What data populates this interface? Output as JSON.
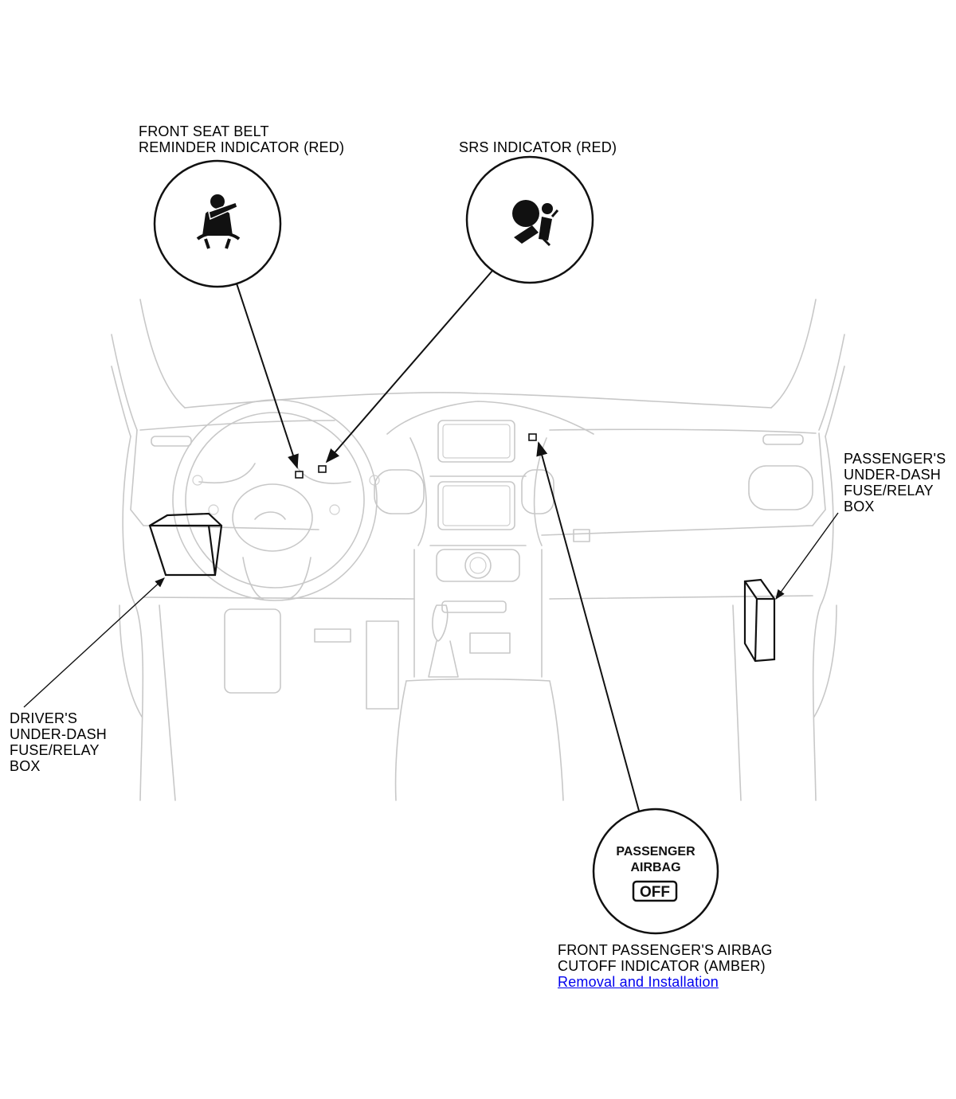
{
  "callouts": {
    "seat_belt": {
      "line1": "FRONT SEAT BELT",
      "line2": "REMINDER INDICATOR (RED)",
      "icon": "seat-belt-icon"
    },
    "srs": {
      "line1": "SRS INDICATOR (RED)",
      "icon": "airbag-icon"
    },
    "passenger_airbag": {
      "line1": "FRONT PASSENGER'S AIRBAG",
      "line2": "CUTOFF INDICATOR (AMBER)",
      "link": "Removal and Installation",
      "badge_line1": "PASSENGER",
      "badge_line2": "AIRBAG",
      "badge_off": "OFF"
    },
    "driver_fuse": {
      "line1": "DRIVER'S",
      "line2": "UNDER-DASH",
      "line3": "FUSE/RELAY",
      "line4": "BOX"
    },
    "passenger_fuse": {
      "line1": "PASSENGER'S",
      "line2": "UNDER-DASH",
      "line3": "FUSE/RELAY",
      "line4": "BOX"
    }
  }
}
